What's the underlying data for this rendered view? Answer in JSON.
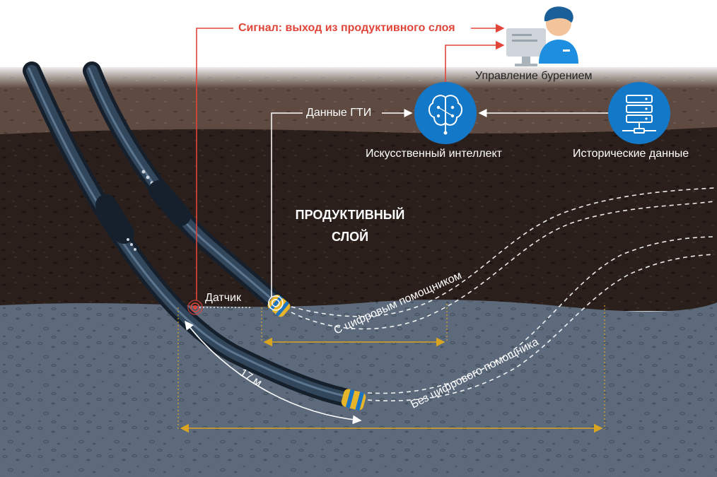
{
  "colors": {
    "signal": "#e0453a",
    "ai_node": "#1478c8",
    "surface_soil": "#5e4a40",
    "dark_soil": "#2b1f1b",
    "reservoir_rock": "#5c6a7c",
    "measure_line": "#d9a521",
    "drill_pipe": "#223040"
  },
  "labels": {
    "signal": "Сигнал: выход из продуктивного слоя",
    "drilling_control": "Управление бурением",
    "gti_data": "Данные ГТИ",
    "ai": "Искусственный интеллект",
    "historical": "Исторические данные",
    "zone_line1": "ПРОДУКТИВНЫЙ",
    "zone_line2": "СЛОЙ",
    "sensor": "Датчик",
    "distance": "17 м",
    "with_assistant": "С цифровым помощником",
    "without_assistant": "Без цифрового помощника"
  },
  "icons": {
    "operator": "operator-at-computer-icon",
    "ai": "brain-circuit-icon",
    "historical": "server-database-icon"
  }
}
